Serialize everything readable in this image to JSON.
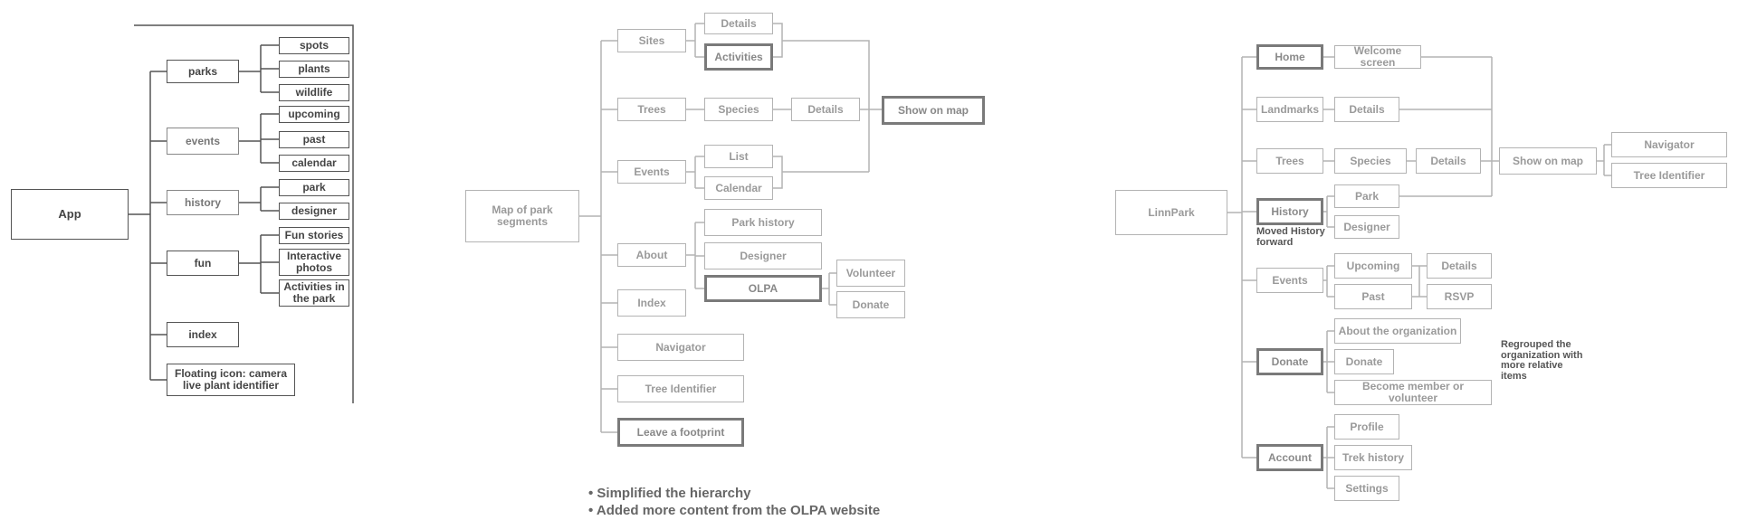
{
  "diagram1": {
    "app": "App",
    "parks": "parks",
    "spots": "spots",
    "plants": "plants",
    "wildlife": "wildlife",
    "events": "events",
    "upcoming": "upcoming",
    "past": "past",
    "calendar": "calendar",
    "history": "history",
    "park": "park",
    "designer": "designer",
    "fun": "fun",
    "fun_stories": "Fun stories",
    "interactive_photos": "Interactive photos",
    "activities": "Activities in the park",
    "index": "index",
    "floating": "Floating icon: camera live plant identifier"
  },
  "diagram2": {
    "root": "Map of park segments",
    "sites": "Sites",
    "details": "Details",
    "activities": "Activities",
    "trees": "Trees",
    "species": "Species",
    "tree_details": "Details",
    "show_on_map": "Show on map",
    "events": "Events",
    "list": "List",
    "calendar": "Calendar",
    "about": "About",
    "park_history": "Park history",
    "designer": "Designer",
    "olpa": "OLPA",
    "volunteer": "Volunteer",
    "donate": "Donate",
    "index": "Index",
    "navigator": "Navigator",
    "tree_identifier": "Tree Identifier",
    "footprint": "Leave a footprint"
  },
  "diagram3": {
    "root": "LinnPark",
    "home": "Home",
    "welcome": "Welcome screen",
    "landmarks": "Landmarks",
    "landmark_details": "Details",
    "trees": "Trees",
    "species": "Species",
    "tree_details": "Details",
    "show_on_map": "Show on map",
    "navigator": "Navigator",
    "tree_identifier": "Tree Identifier",
    "history": "History",
    "park": "Park",
    "designer": "Designer",
    "events": "Events",
    "upcoming": "Upcoming",
    "past": "Past",
    "event_details": "Details",
    "rsvp": "RSVP",
    "donate": "Donate",
    "about_org": "About the organization",
    "donate_item": "Donate",
    "become_member": "Become member or volunteer",
    "account": "Account",
    "profile": "Profile",
    "trek_history": "Trek history",
    "settings": "Settings"
  },
  "notes": {
    "history_forward": "Moved History forward",
    "regrouped": "Regrouped the organization with more relative items"
  },
  "bullets": [
    "• Simplified the hierarchy",
    "• Added more content from the OLPA website"
  ],
  "colors": {
    "dark_line": "#555555",
    "light_line": "#b3b3b3",
    "strong_border": "#7a7a7a"
  }
}
